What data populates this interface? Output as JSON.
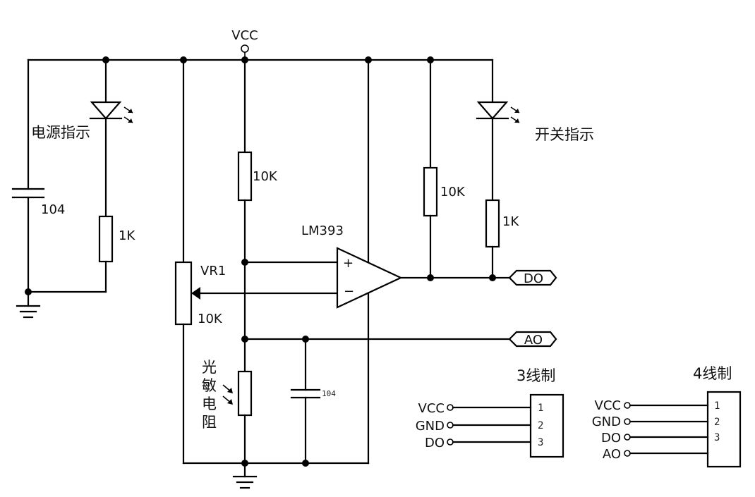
{
  "supply": {
    "vcc_label": "VCC"
  },
  "power_indicator": {
    "label": "电源指示",
    "resistor_value": "1K"
  },
  "decoupling_cap": {
    "value": "104"
  },
  "divider_resistor": {
    "value": "10K"
  },
  "pullup_resistor": {
    "value": "10K"
  },
  "switch_indicator": {
    "label": "开关指示",
    "resistor_value": "1K"
  },
  "comparator": {
    "part": "LM393",
    "plus": "+",
    "minus": "−"
  },
  "potentiometer": {
    "name": "VR1",
    "value": "10K"
  },
  "photoresistor": {
    "label_chars": [
      "光",
      "敏",
      "电",
      "阻"
    ]
  },
  "filter_cap": {
    "value": "104"
  },
  "outputs": {
    "do": "DO",
    "ao": "AO"
  },
  "connector_3wire": {
    "title": "3线制",
    "signals": [
      "VCC",
      "GND",
      "DO"
    ],
    "pins": [
      "1",
      "2",
      "3"
    ]
  },
  "connector_4wire": {
    "title": "4线制",
    "signals": [
      "VCC",
      "GND",
      "DO",
      "AO"
    ],
    "pins": [
      "1",
      "2",
      "3"
    ]
  }
}
